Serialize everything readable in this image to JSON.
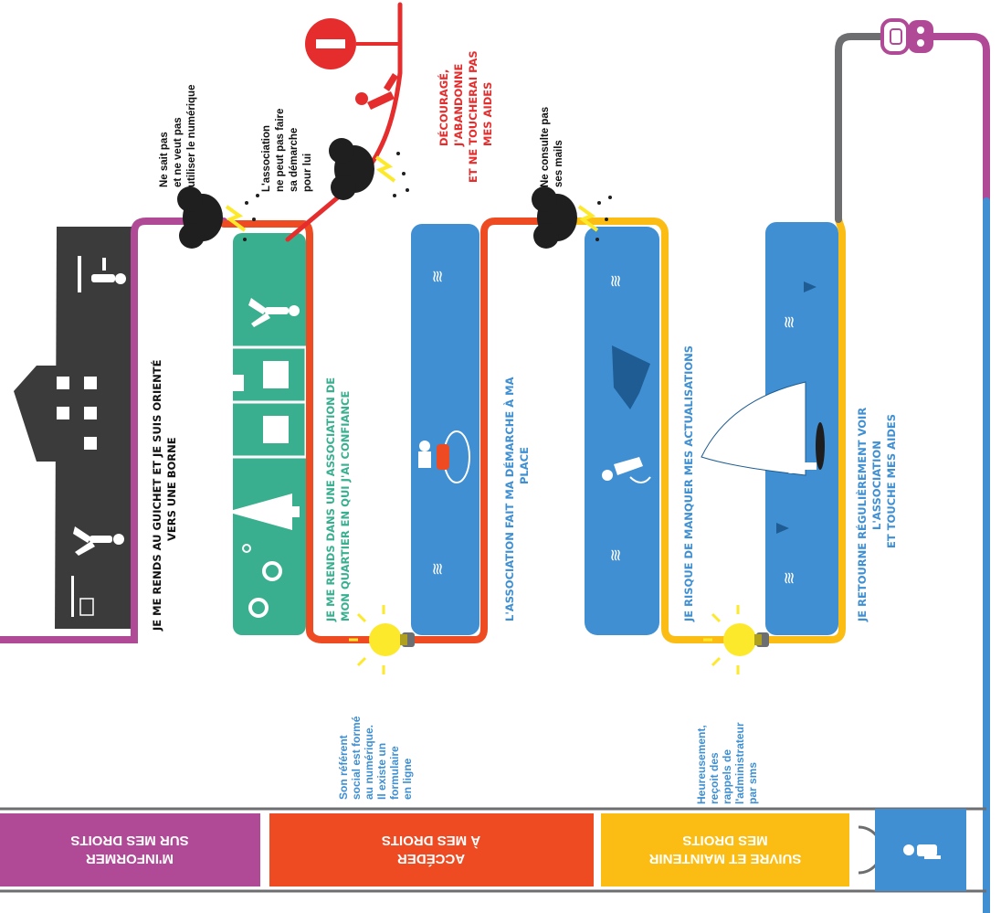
{
  "colors": {
    "purple": "#b04a96",
    "orange": "#ef4b23",
    "yellow": "#fbbd14",
    "blue": "#3f8fd2",
    "dark": "#3b3b3b",
    "green": "#3aaf8f",
    "red": "#e52d2d",
    "gray": "#6d6e70",
    "bulb": "#fde92c",
    "tip_text": "#3f8fd2"
  },
  "phases": [
    {
      "label_line1": "M'INFORMER",
      "label_line2": "SUR MES DROITS"
    },
    {
      "label_line1": "ACCÉDER",
      "label_line2": "À MES DROITS"
    },
    {
      "label_line1": "SUIVRE ET MAINTENIR",
      "label_line2": "MES DROITS"
    }
  ],
  "steps": [
    {
      "line1": "JE ME RENDS AU GUICHET ET JE SUIS ORIENTÉ",
      "line2": "VERS UNE BORNE"
    },
    {
      "line1": "JE ME RENDS DANS UNE ASSOCIATION DE",
      "line2": "MON QUARTIER EN QUI J'AI CONFIANCE"
    },
    {
      "line1": "L'ASSOCIATION FAIT MA DÉMARCHE À MA",
      "line2": "PLACE"
    },
    {
      "line1": "JE RISQUE DE MANQUER MES ACTUALISATIONS"
    },
    {
      "line1": "JE RETOURNE RÉGULIÈREMENT VOIR",
      "line2": "L'ASSOCIATION",
      "line3": "ET TOUCHE MES AIDES"
    }
  ],
  "obstacles": [
    {
      "line1": "Ne sait pas",
      "line2": "et ne veut pas",
      "line3": "utiliser le numérique"
    },
    {
      "line1": "L'association",
      "line2": "ne peut pas faire",
      "line3": "sa démarche",
      "line4": "pour lui"
    },
    {
      "line1": "Ne consulte pas",
      "line2": "ses mails"
    }
  ],
  "giveup": {
    "line1": "DÉCOURAGÉ,",
    "line2": "J'ABANDONNE",
    "line3": "ET NE TOUCHERAI PAS",
    "line4": "MES AIDES"
  },
  "solutions": [
    {
      "line1": "Son référent",
      "line2": "social est formé",
      "line3": "au numérique.",
      "line4": "Il existe un",
      "line5": "formulaire",
      "line6": "en ligne"
    },
    {
      "line1": "Heureusement,",
      "line2": "reçoit des",
      "line3": "rappels de",
      "line4": "l'administrateur",
      "line5": "par sms"
    }
  ],
  "icons": {
    "start": "person-icon",
    "end": "plug-icon",
    "tip": "lightbulb-icon",
    "obstacle": "storm-cloud-icon",
    "stop": "stop-sign-icon"
  }
}
